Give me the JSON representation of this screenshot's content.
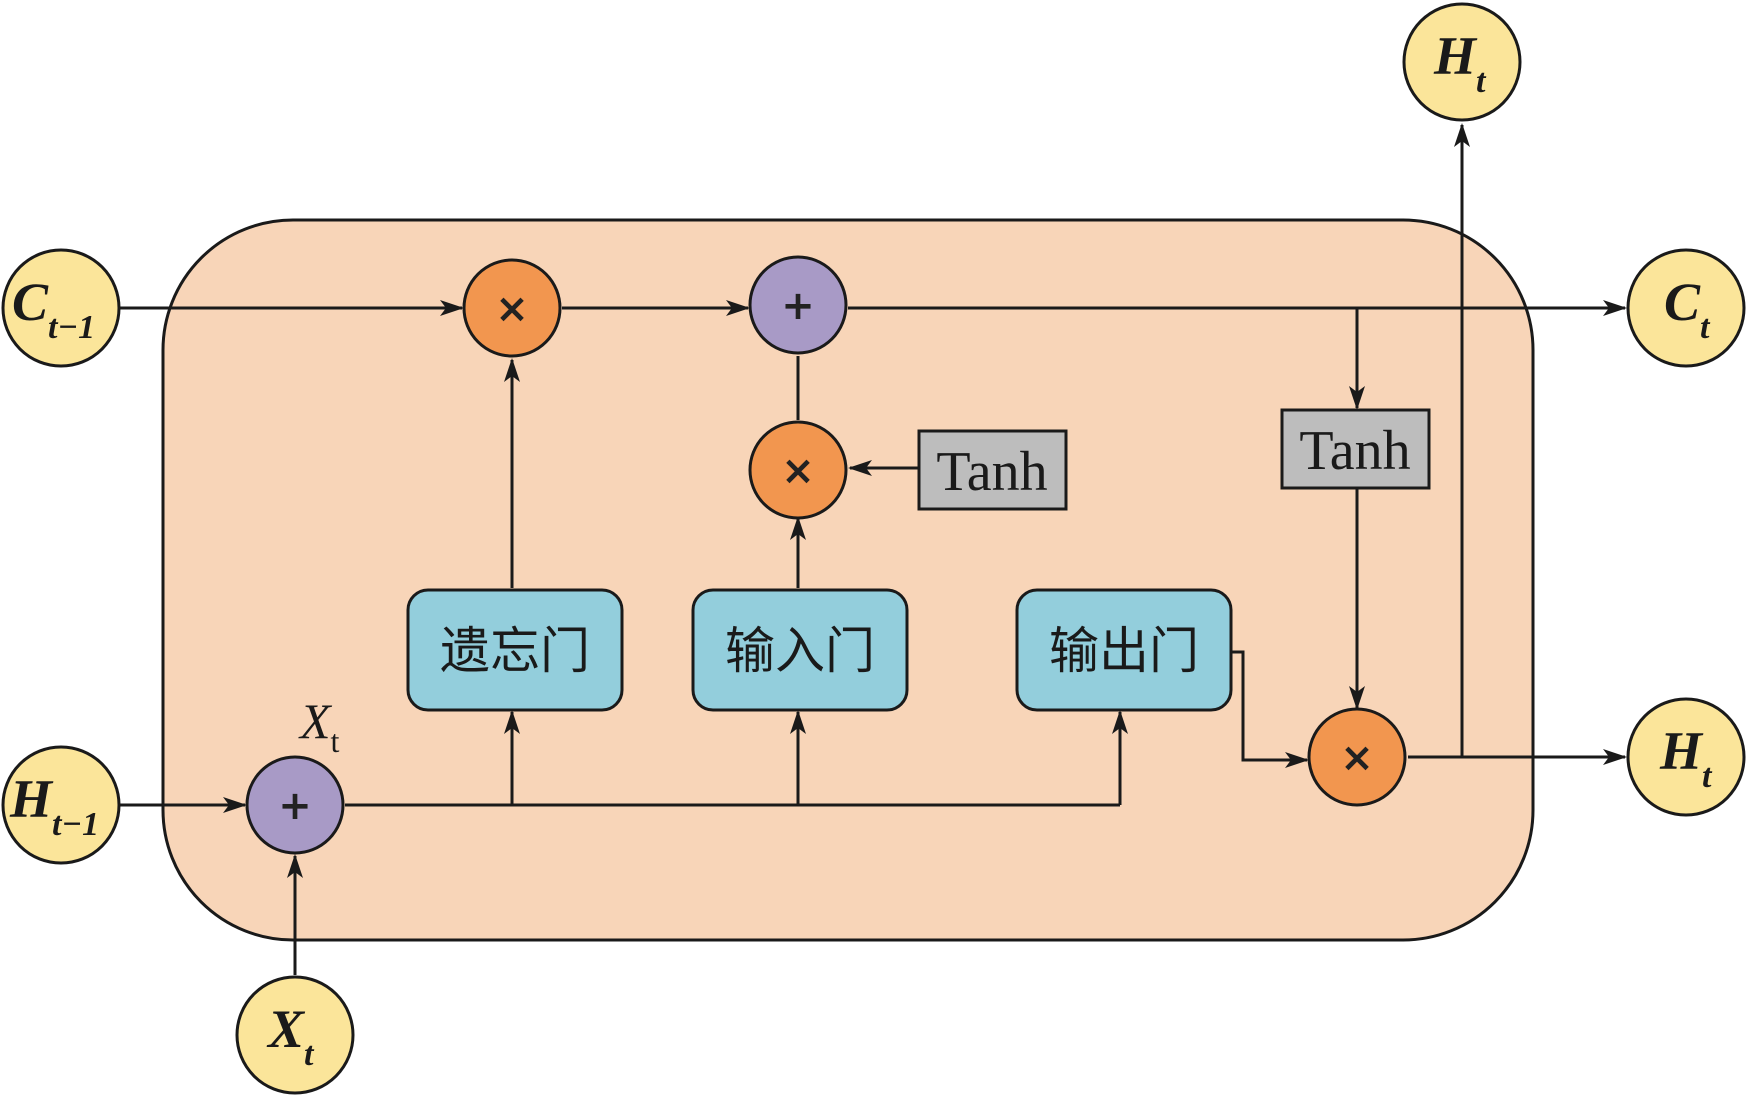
{
  "colors": {
    "cell_fill": "#f8d5b8",
    "io_circle": "#fbe59a",
    "plus_circle": "#a89ac6",
    "times_circle": "#f2964f",
    "gate_box": "#93cedc",
    "tanh_box": "#bdbdbd",
    "stroke": "#1a1a1a"
  },
  "ops": {
    "plus": "+",
    "times": "×"
  },
  "inputs": {
    "c_prev": {
      "main": "C",
      "sub": "t−1"
    },
    "h_prev": {
      "main": "H",
      "sub": "t−1"
    },
    "x_t": {
      "main": "X",
      "sub": "t"
    }
  },
  "outputs": {
    "c_t": {
      "main": "C",
      "sub": "t"
    },
    "h_t_right": {
      "main": "H",
      "sub": "t"
    },
    "h_t_top": {
      "main": "H",
      "sub": "t"
    }
  },
  "gates": {
    "forget": "遗忘门",
    "input": "输入门",
    "output": "输出门"
  },
  "tanh": {
    "input_branch": "Tanh",
    "output_branch": "Tanh"
  },
  "xt_label": {
    "main": "X",
    "sub": "t"
  }
}
